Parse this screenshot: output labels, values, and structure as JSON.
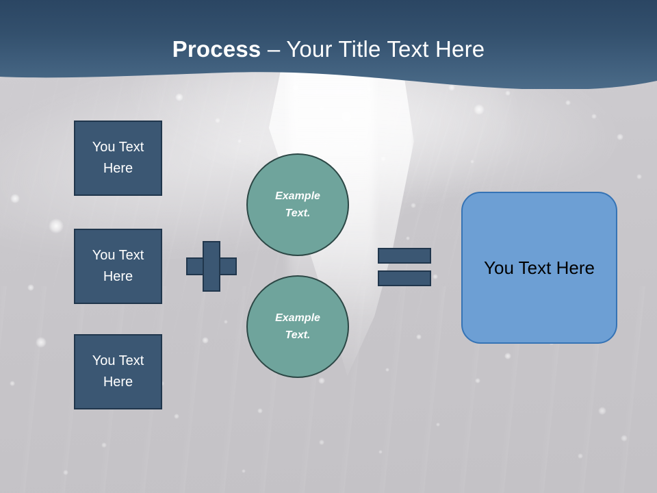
{
  "slide": {
    "title": {
      "bold_part": "Process",
      "separator": " – ",
      "rest": "Your Title Text Here",
      "full": "Process – Your Title Text Here"
    },
    "colors": {
      "header_top": "#2b4663",
      "header_bottom": "#4b6b88",
      "box_fill": "#3b5773",
      "box_border": "#20364c",
      "circle_fill": "#6fa49c",
      "circle_border": "#2c4745",
      "result_fill": "#6d9fd4",
      "result_border": "#3573b5",
      "background": "#c9c7cb",
      "title_text": "#ffffff",
      "result_text": "#000000"
    },
    "input_boxes": [
      {
        "line1": "You Text",
        "line2": "Here"
      },
      {
        "line1": "You Text",
        "line2": "Here"
      },
      {
        "line1": "You Text",
        "line2": "Here"
      }
    ],
    "operators": {
      "plus": "+",
      "equals": "="
    },
    "circles": [
      {
        "line1": "Example",
        "line2": "Text."
      },
      {
        "line1": "Example",
        "line2": "Text."
      }
    ],
    "result": {
      "label": "You Text Here"
    }
  }
}
